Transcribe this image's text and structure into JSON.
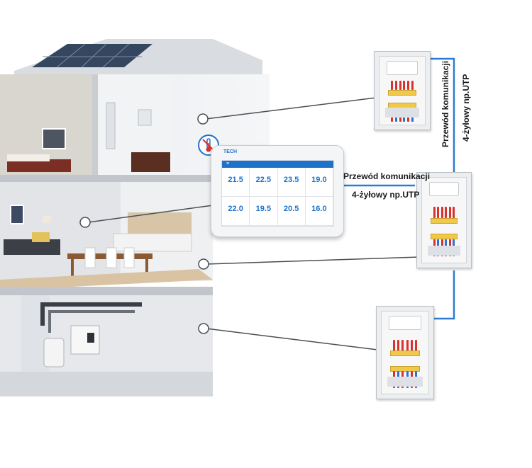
{
  "diagram": {
    "labels": {
      "cable_horizontal_line1": "Przewód komunikacji",
      "cable_horizontal_line2": "4-żyłowy np.UTP",
      "cable_vertical_line1": "Przewód komunikacji",
      "cable_vertical_line2": "4-żyłowy np.UTP"
    },
    "colors": {
      "cable": "#2b7bd3",
      "accent": "#1d73c9",
      "rail": "#f0c94a",
      "pipe_red": "#d8322f",
      "pipe_blue": "#2f6fd0"
    },
    "thermostat": {
      "logo": "TECH",
      "menu_icon": "hamburger-icon",
      "tabs": [
        "≡",
        "",
        "",
        "",
        ""
      ],
      "zones": [
        {
          "name": "",
          "value": "21.5",
          "sub": ""
        },
        {
          "name": "",
          "value": "22.5",
          "sub": ""
        },
        {
          "name": "",
          "value": "23.5",
          "sub": ""
        },
        {
          "name": "",
          "value": "19.0",
          "sub": ""
        },
        {
          "name": "",
          "value": "22.0",
          "sub": ""
        },
        {
          "name": "",
          "value": "19.5",
          "sub": ""
        },
        {
          "name": "",
          "value": "20.5",
          "sub": ""
        },
        {
          "name": "",
          "value": "16.0",
          "sub": ""
        }
      ],
      "sensor_icon": "thermometer-off-icon"
    },
    "cabinets": [
      {
        "name": "manifold-cabinet-top"
      },
      {
        "name": "manifold-cabinet-middle"
      },
      {
        "name": "manifold-cabinet-bottom"
      }
    ]
  }
}
